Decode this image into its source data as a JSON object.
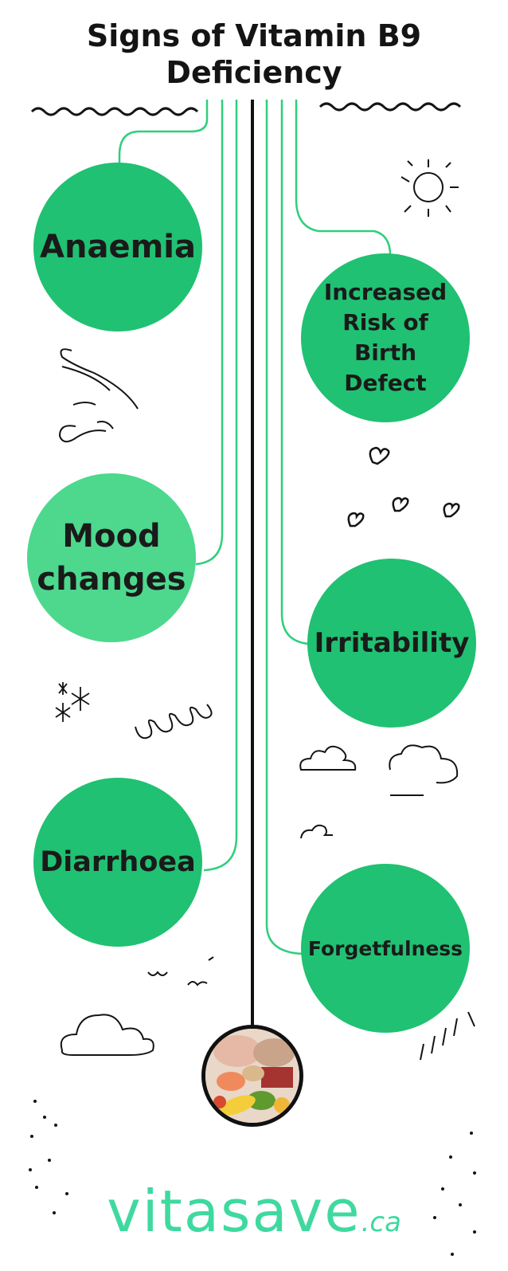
{
  "title": {
    "line1": "Signs of Vitamin B9",
    "line2": "Deficiency"
  },
  "signs": {
    "anaemia": "Anaemia",
    "birth_defect": "Increased\nRisk of\nBirth\nDefect",
    "mood": "Mood\nchanges",
    "irritability": "Irritability",
    "diarrhoea": "Diarrhoea",
    "forgetfulness": "Forgetfulness"
  },
  "logo": {
    "name": "vitasave",
    "suffix": ".ca"
  },
  "food_image": {
    "icon": "food-plate-icon"
  },
  "colors": {
    "primary": "#20c172",
    "light": "#4dd88e",
    "line": "#2ecf7c",
    "brand": "#3fd9a0",
    "ink": "#141414"
  }
}
